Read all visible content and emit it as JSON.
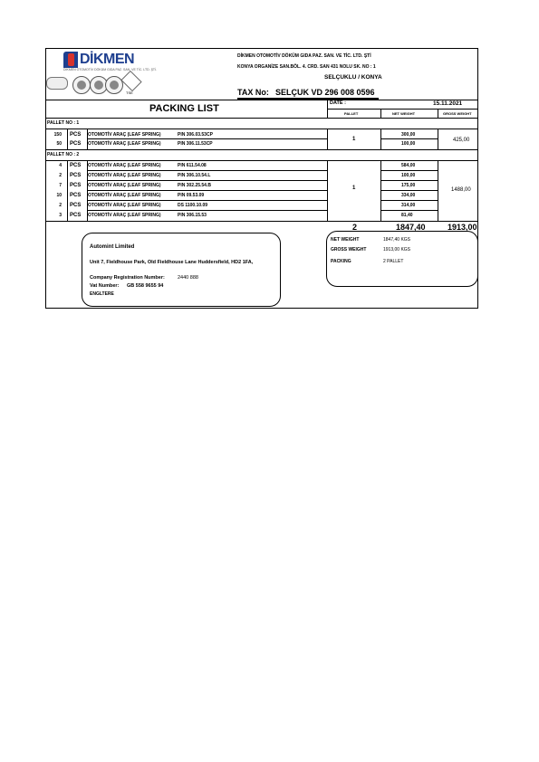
{
  "company": {
    "logo_text": "DİKMEN",
    "logo_sub": "DİKMEN OTOMOTİV DÖKÜM GIDA PAZ. SAN. VE TİC. LTD. ŞTİ.",
    "name": "DİKMEN OTOMOTİV DÖKÜM GIDA PAZ. SAN. VE TİC. LTD. ŞTİ",
    "address": "KONYA ORGANİZE SAN.BÖL. 4. CRD. SAN 431 NOLU SK. NO : 1",
    "city": "SELÇUKLU / KONYA",
    "tax_label": "TAX No:",
    "tax_value": "SELÇUK VD 296 008 0596",
    "cert_label": "TSE"
  },
  "title": "PACKING LIST",
  "date_label": "DATE :",
  "date_value": "15.11.2021",
  "columns": {
    "pallet": "PALLET",
    "net_weight": "NET WEIGHT",
    "gross_weight": "GROSS WEIGHT"
  },
  "pallet1": {
    "label": "PALLET NO : 1",
    "pallet_count": "1",
    "gross": "425,00",
    "rows": [
      {
        "qty": "150",
        "unit": "PCS",
        "desc": "OTOMOTİV ARAÇ (LEAF SPRING)",
        "code": "PIN 306.03.53CP",
        "net": "300,00"
      },
      {
        "qty": "50",
        "unit": "PCS",
        "desc": "OTOMOTİV ARAÇ (LEAF SPRING)",
        "code": "PIN 306.11.53CP",
        "net": "100,00"
      }
    ]
  },
  "pallet2": {
    "label": "PALLET NO : 2",
    "pallet_count": "1",
    "gross": "1488,00",
    "rows": [
      {
        "qty": "4",
        "unit": "PCS",
        "desc": "OTOMOTİV ARAÇ (LEAF SPRING)",
        "code": "PIN 611.54.08",
        "net": "584,00"
      },
      {
        "qty": "2",
        "unit": "PCS",
        "desc": "OTOMOTİV ARAÇ (LEAF SPRING)",
        "code": "PIN 306.10.54.L",
        "net": "100,00"
      },
      {
        "qty": "7",
        "unit": "PCS",
        "desc": "OTOMOTİV ARAÇ (LEAF SPRING)",
        "code": "PIN 302.25.54.B",
        "net": "175,00"
      },
      {
        "qty": "10",
        "unit": "PCS",
        "desc": "OTOMOTİV ARAÇ (LEAF SPRING)",
        "code": "PIN 09.53.09",
        "net": "334,00"
      },
      {
        "qty": "2",
        "unit": "PCS",
        "desc": "OTOMOTİV ARAÇ (LEAF SPRING)",
        "code": "DS 1100.10.09",
        "net": "314,00"
      },
      {
        "qty": "3",
        "unit": "PCS",
        "desc": "OTOMOTİV ARAÇ (LEAF SPRING)",
        "code": "PIN 306.15.53",
        "net": "81,40"
      }
    ]
  },
  "totals": {
    "pallets": "2",
    "net": "1847,40",
    "gross": "1913,00"
  },
  "consignee": {
    "name": "Automint Limited",
    "address": "Unit 7, Fieldhouse Park, Old Fieldhouse Lane Huddersfield, HD2 1FA,",
    "reg_label": "Company Registration Number:",
    "reg_value": "2440 888",
    "vat_label": "Vat Number:",
    "vat_value": "GB 558 9655 94",
    "country": "ENGLTERE"
  },
  "summary": {
    "net_label": "NET WEIGHT",
    "net_value": "1847,40 KGS",
    "gross_label": "GROSS WEIGHT",
    "gross_value": "1913,00 KGS",
    "packing_label": "PACKING",
    "packing_value": "2 PALLET"
  }
}
